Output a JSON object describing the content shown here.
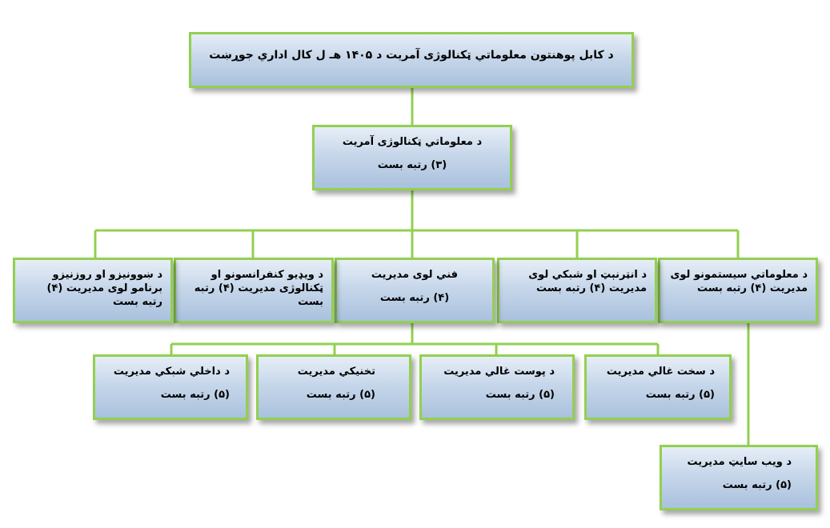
{
  "colors": {
    "border": "#92d050",
    "connector": "#92d050",
    "fill_top": "#e6eef7",
    "fill_bottom": "#a9c1dd"
  },
  "root": {
    "title": "د کابل پوهنتون معلوماتي ټکنالوژی آمریت د ۱۴۰۵ هـ ل کال اداري جوړښت"
  },
  "level1": {
    "title": "د معلوماتي ټکنالوژی آمریت",
    "rank": "(۳) رتبه بست"
  },
  "level2": [
    {
      "text": "د معلوماتي سیستمونو لوی مدیریت (۴) رتبه بست"
    },
    {
      "text": "د انټرنېټ او شبکي لوی مدیریت (۴) رتبه بست"
    },
    {
      "title": "فني لوی مدیریت",
      "rank": "(۴) رتبه بست"
    },
    {
      "text": "د ویډیو کنفرانسونو او ټکنالوژی مدیریت (۴) رتبه بست"
    },
    {
      "text": "د ښوونیزو او روزنیزو برنامو لوی مدیریت (۴) رتبه بست"
    }
  ],
  "level3": [
    {
      "title": "د سخت غالي مدیریت",
      "rank": "(۵) رتبه بست"
    },
    {
      "title": "د پوست غالي مدیریت",
      "rank": "(۵) رتبه بست"
    },
    {
      "title": "تخنیکي مدیریت",
      "rank": "(۵) رتبه بست"
    },
    {
      "title": "د داخلي شبکي مدیریت",
      "rank": "(۵) رتبه بست"
    }
  ],
  "web": {
    "title": "د ویب سایټ مدیریت",
    "rank": "(۵) رتبه بست"
  }
}
